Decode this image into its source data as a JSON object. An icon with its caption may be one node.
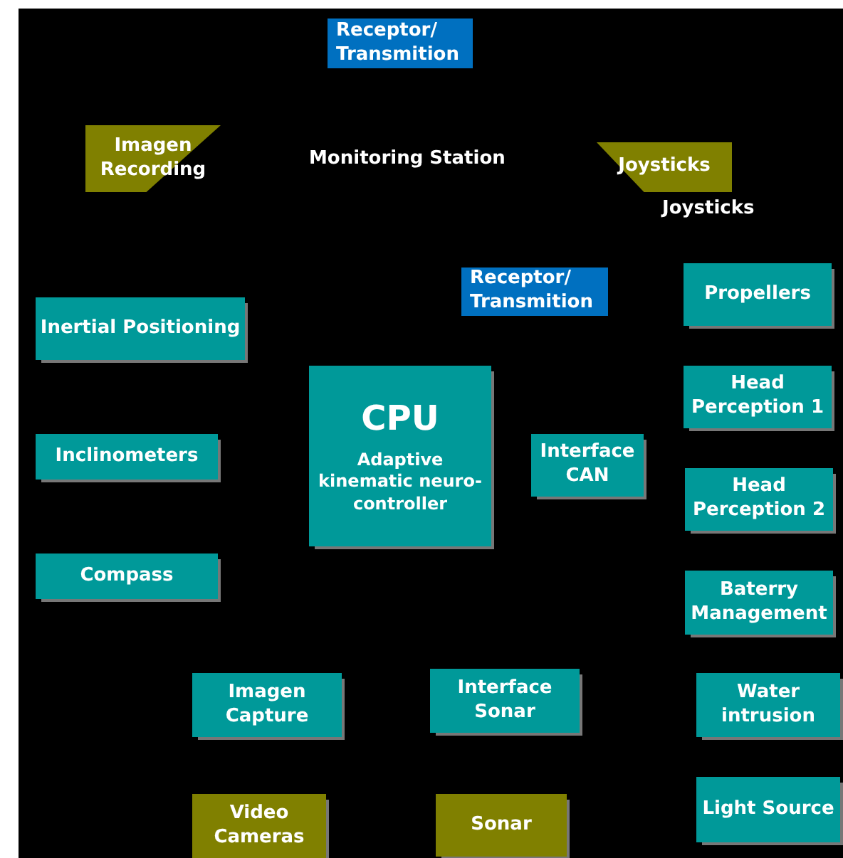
{
  "diagram": {
    "nodes": [
      {
        "text": [
          "Receptor/ Transmition"
        ]
      },
      {
        "text": [
          "Imagen Recording"
        ]
      },
      {
        "text": [
          "Joysticks"
        ],
        "beside": [
          "Joysticks"
        ]
      },
      {
        "text": [
          "Receptor/ Transmition"
        ]
      },
      {
        "text": [
          "Propellers"
        ]
      },
      {
        "text": [
          "Inertial Positioning"
        ]
      },
      {
        "text": [
          "CPU",
          "Adaptive kinematic neuro-controller"
        ]
      },
      {
        "text": [
          "Head Perception 1"
        ]
      },
      {
        "text": [
          "Inclinometers"
        ]
      },
      {
        "text": [
          "Interface CAN"
        ]
      },
      {
        "text": [
          "Head Perception 2"
        ]
      },
      {
        "text": [
          "Compass"
        ]
      },
      {
        "text": [
          "Baterry Management"
        ]
      },
      {
        "text": [
          "Imagen Capture"
        ]
      },
      {
        "text": [
          "Interface Sonar"
        ]
      },
      {
        "text": [
          "Water intrusion"
        ]
      },
      {
        "text": [
          "Light Source"
        ]
      },
      {
        "text": [
          "Video Cameras"
        ]
      },
      {
        "text": [
          "Sonar"
        ]
      }
    ],
    "labels": [
      "Monitoring Station"
    ]
  }
}
